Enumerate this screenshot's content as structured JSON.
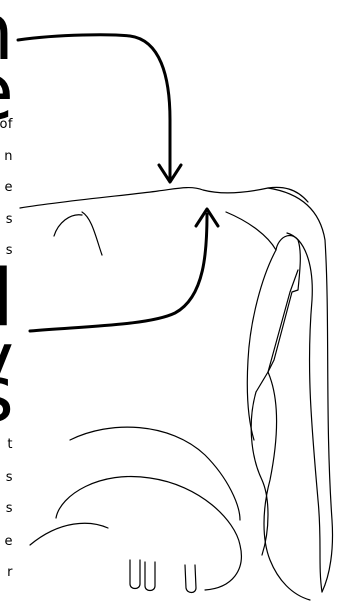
{
  "labels": {
    "top_big_1": "n",
    "top_big_2": "e",
    "top_small": [
      "of",
      "n",
      "e",
      "s",
      "s"
    ],
    "mid_big": [
      "l",
      "y",
      "s"
    ],
    "mid_small": [
      "t",
      "s",
      "s",
      "e",
      "r"
    ]
  },
  "colors": {
    "line": "#000000",
    "background": "#ffffff"
  }
}
